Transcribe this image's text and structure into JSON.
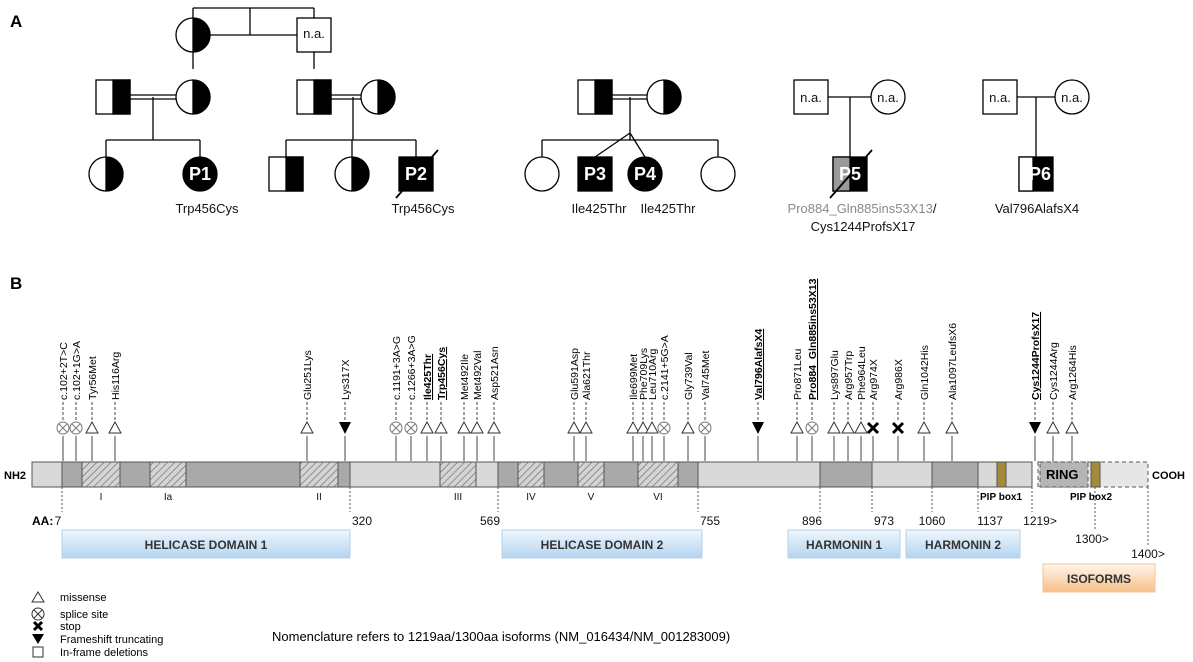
{
  "panel_a": {
    "label": "A",
    "na": "n.a.",
    "family1": {
      "patients": [
        "P1",
        "P2"
      ],
      "mutations": [
        "Trp456Cys",
        "Trp456Cys"
      ]
    },
    "family2": {
      "patients": [
        "P3",
        "P4"
      ],
      "mutations": [
        "Ile425Thr",
        "Ile425Thr"
      ]
    },
    "family3": {
      "patient": "P5",
      "mutation_a": "Pro884_Gln885ins53X13",
      "sep": "/",
      "mutation_b": "Cys1244ProfsX17"
    },
    "family4": {
      "patient": "P6",
      "mutation": "Val796AlafsX4"
    }
  },
  "panel_b": {
    "label": "B",
    "nh2": "NH2",
    "cooh": "COOH",
    "aa_label": "AA:",
    "motifs": [
      "I",
      "Ia",
      "II",
      "III",
      "IV",
      "V",
      "VI"
    ],
    "boxes": [
      "PIP box1",
      "PIP box2",
      "RING"
    ],
    "positions": [
      "7",
      "320",
      "569",
      "755",
      "896",
      "973",
      "1060",
      "1137",
      "1219>",
      "1300>",
      "1400>"
    ],
    "domains": [
      "HELICASE DOMAIN 1",
      "HELICASE DOMAIN 2",
      "HARMONIN 1",
      "HARMONIN 2",
      "ISOFORMS"
    ],
    "mutations": [
      {
        "name": "c.102+2T>C",
        "type": "splice"
      },
      {
        "name": "c.102+1G>A",
        "type": "splice"
      },
      {
        "name": "Tyr56Met",
        "type": "missense"
      },
      {
        "name": "His116Arg",
        "type": "missense"
      },
      {
        "name": "Glu251Lys",
        "type": "missense"
      },
      {
        "name": "Lys317X",
        "type": "frameshift"
      },
      {
        "name": "c.1191+3A>G",
        "type": "splice"
      },
      {
        "name": "c.1266+3A>G",
        "type": "splice"
      },
      {
        "name": "Ile425Thr",
        "type": "missense",
        "bold": true
      },
      {
        "name": "Trp456Cys",
        "type": "missense",
        "bold": true
      },
      {
        "name": "Met492Ile",
        "type": "missense"
      },
      {
        "name": "Met492Val",
        "type": "missense"
      },
      {
        "name": "Asp521Asn",
        "type": "missense"
      },
      {
        "name": "Glu591Asp",
        "type": "missense"
      },
      {
        "name": "Ala621Thr",
        "type": "missense"
      },
      {
        "name": "Ile699Met",
        "type": "missense"
      },
      {
        "name": "Phe709Lys",
        "type": "missense"
      },
      {
        "name": "Leu710Arg",
        "type": "missense"
      },
      {
        "name": "c.2141+5G>A",
        "type": "splice"
      },
      {
        "name": "Gly739Val",
        "type": "missense"
      },
      {
        "name": "Val745Met",
        "type": "splice"
      },
      {
        "name": "Val796AlafsX4",
        "type": "frameshift",
        "bold": true
      },
      {
        "name": "Pro871Leu",
        "type": "missense"
      },
      {
        "name": "Pro884_Gln885ins53X13",
        "type": "splice",
        "bold": true
      },
      {
        "name": "Lys897Glu",
        "type": "missense"
      },
      {
        "name": "Arg957Trp",
        "type": "missense"
      },
      {
        "name": "Phe964Leu",
        "type": "missense"
      },
      {
        "name": "Arg974X",
        "type": "stop"
      },
      {
        "name": "Arg986X",
        "type": "stop"
      },
      {
        "name": "Gln1042His",
        "type": "missense"
      },
      {
        "name": "Ala1097LeufsX6",
        "type": "missense"
      },
      {
        "name": "Cys1244ProfsX17",
        "type": "frameshift",
        "bold": true
      },
      {
        "name": "Cys1244Arg",
        "type": "missense"
      },
      {
        "name": "Arg1264His",
        "type": "missense"
      }
    ],
    "legend": [
      {
        "symbol": "missense-icon",
        "label": "missense"
      },
      {
        "symbol": "splice-icon",
        "label": "splice site"
      },
      {
        "symbol": "stop-icon",
        "label": "stop"
      },
      {
        "symbol": "frameshift-icon",
        "label": "Frameshift truncating"
      },
      {
        "symbol": "inframe-icon",
        "label": "In-frame deletions"
      }
    ],
    "note": "Nomenclature refers to 1219aa/1300aa isoforms (NM_016434/NM_001283009)"
  }
}
